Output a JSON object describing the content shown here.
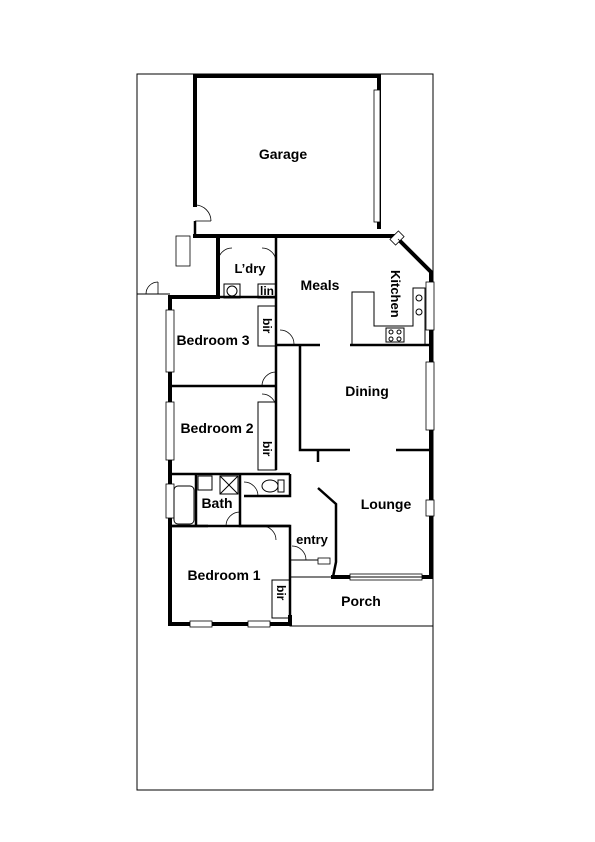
{
  "rooms": {
    "garage": "Garage",
    "laundry": "L’dry",
    "linen": "lin",
    "meals": "Meals",
    "kitchen": "Kitchen",
    "bedroom3": "Bedroom 3",
    "bir3": "bir",
    "dining": "Dining",
    "bedroom2": "Bedroom 2",
    "bir2": "bir",
    "bath": "Bath",
    "lounge": "Lounge",
    "entry": "entry",
    "bedroom1": "Bedroom 1",
    "bir1": "bir",
    "porch": "Porch"
  }
}
